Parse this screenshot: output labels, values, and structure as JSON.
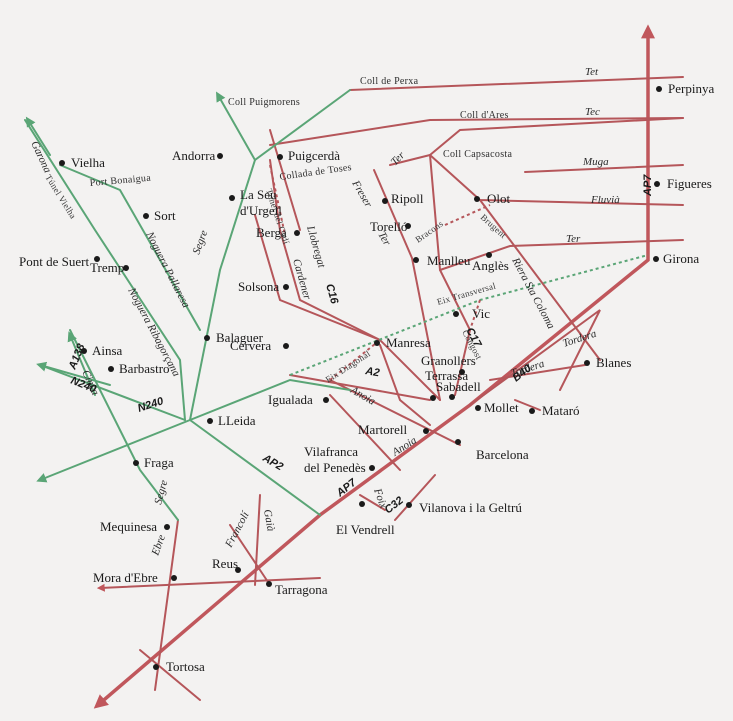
{
  "colors": {
    "background": "#f3f2f1",
    "red_route": "#b5565a",
    "main_axis": "#c0575c",
    "green_route": "#5aa576",
    "text": "#1a1a1a"
  },
  "towns": {
    "perpinya": "Perpinya",
    "figueres": "Figueres",
    "girona": "Girona",
    "olot": "Olot",
    "ripoll": "Ripoll",
    "puigcerda": "Puigcerdà",
    "andorra": "Andorra",
    "vielha": "Vielha",
    "sort": "Sort",
    "la_seu_1": "La Seu",
    "la_seu_2": "d'Urgell",
    "berga": "Berga",
    "tremp": "Tremp",
    "pont_de_suert": "Pont de Suert",
    "torello": "Torelló",
    "manlleu": "Manlleu",
    "angles": "Anglès",
    "solsona": "Solsona",
    "vic": "Vic",
    "balaguer": "Balaguer",
    "ainsa": "Ainsa",
    "manresa": "Manresa",
    "cervera": "Cervera",
    "granollers": "Granollers",
    "terrassa": "Terrassa",
    "blanes": "Blanes",
    "barbastro": "Barbastro",
    "sabadell": "Sabadell",
    "igualada": "Igualada",
    "mollet": "Mollet",
    "mataro": "Mataró",
    "lleida": "LLeida",
    "martorell": "Martorell",
    "vilafranca_1": "Vilafranca",
    "vilafranca_2": "del Penedès",
    "barcelona": "Barcelona",
    "fraga": "Fraga",
    "vilanova": "Vilanova i la Geltrú",
    "el_vendrell": "El Vendrell",
    "mequinesa": "Mequinesa",
    "reus": "Reus",
    "mora_debre": "Mora d'Ebre",
    "tarragona": "Tarragona",
    "tortosa": "Tortosa"
  },
  "passes": {
    "coll_de_perxa": "Coll de Perxa",
    "coll_puigmorens": "Coll Puigmorens",
    "coll_dares": "Coll d'Ares",
    "coll_capsacosta": "Coll Capsacosta",
    "port_bonaigua": "Port Bonaigua",
    "tunel_vielha": "Túnel Vielha",
    "collada_de_toses": "Collada de Toses",
    "tunel_cadi": "Túnel del Cadí",
    "bracons": "Bracons",
    "brugent": "Brugent",
    "eix_transversal": "Eix Transversal",
    "eix_diagonal": "Eix Diagonal",
    "congost": "Congost"
  },
  "rivers": {
    "tet": "Tet",
    "tec": "Tec",
    "muga": "Muga",
    "fluvia": "Fluvià",
    "ter": "Ter",
    "freser": "Freser",
    "garona": "Garona",
    "segre": "Segre",
    "noguera_pallaresa": "Noguera Pallaresa",
    "noguera_ribagorcana": "Noguera Ribagorçana",
    "llobregat": "Llobregat",
    "cardener": "Cardener",
    "riera_sta_coloma": "Riera Sta Coloma",
    "tordera": "Tordera",
    "anoia": "Anoia",
    "foix": "Foix",
    "cinca": "Cinca",
    "gaia": "Gaià",
    "francoli": "Francolí",
    "ebre": "Ebre"
  },
  "roads": {
    "ap7_north": "AP7",
    "ap7_south": "AP7",
    "ap2": "AP2",
    "a2": "A2",
    "c16": "C16",
    "c17": "C17",
    "b40": "B40",
    "c32": "C32",
    "n240_a": "N240",
    "n240_b": "N240",
    "a138": "A138"
  }
}
